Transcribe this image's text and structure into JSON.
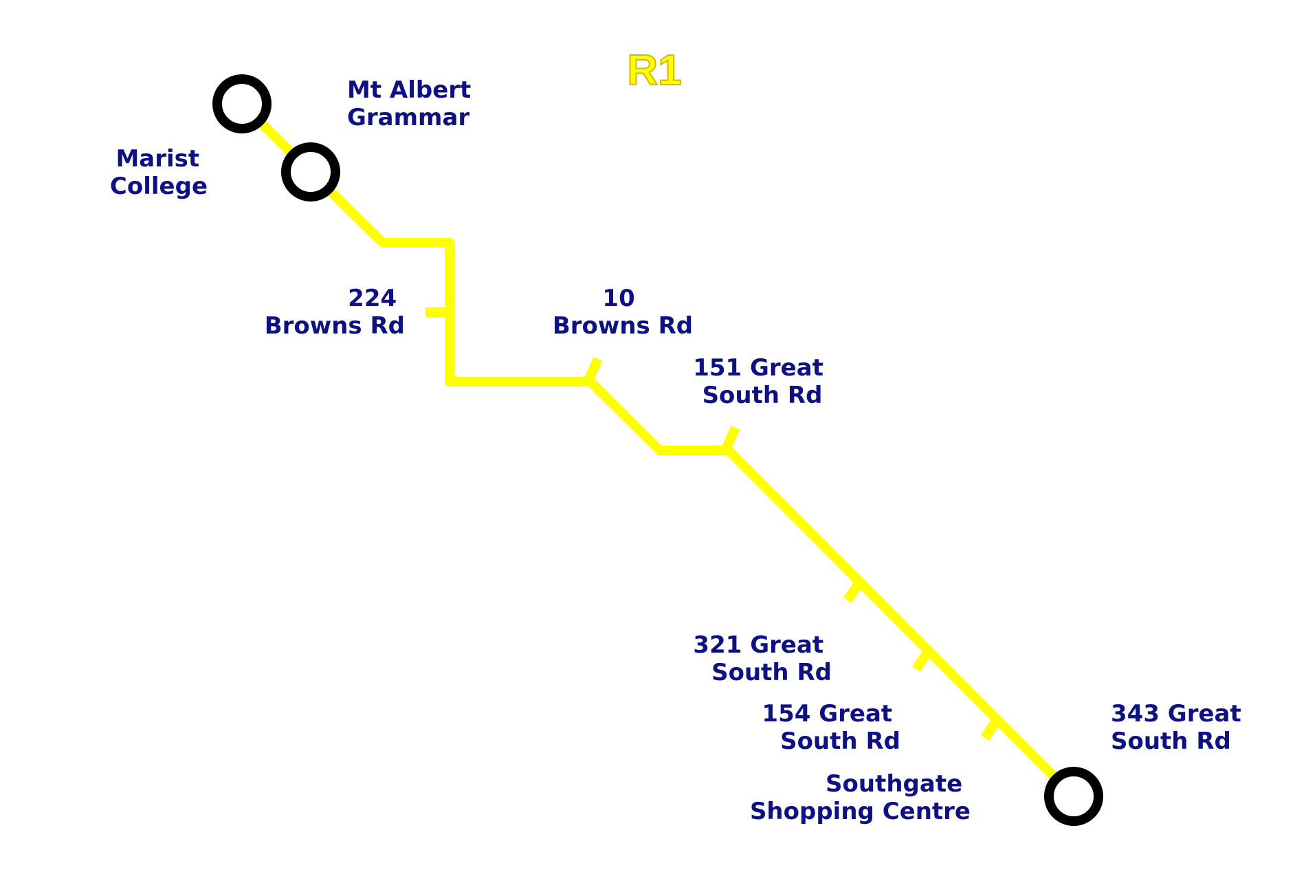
{
  "route": {
    "name": "R1",
    "line_color": "#ffff00",
    "title_color": "#ffff00",
    "title_outline_color": "#d4b800",
    "label_color": "#0d1182",
    "terminus_ring_color": "#000000"
  },
  "stops": [
    {
      "id": "mt-albert-grammar",
      "lines": [
        "Mt Albert",
        "Grammar"
      ],
      "marker": "terminus"
    },
    {
      "id": "marist-college",
      "lines": [
        "Marist",
        "College"
      ],
      "marker": "terminus"
    },
    {
      "id": "224-browns-rd",
      "lines": [
        "224",
        "Browns Rd"
      ],
      "marker": "tick"
    },
    {
      "id": "10-browns-rd",
      "lines": [
        "10",
        "Browns Rd"
      ],
      "marker": "tick"
    },
    {
      "id": "151-great-south-rd",
      "lines": [
        "151 Great",
        "South Rd"
      ],
      "marker": "tick"
    },
    {
      "id": "321-great-south-rd",
      "lines": [
        "321 Great",
        "South Rd"
      ],
      "marker": "tick"
    },
    {
      "id": "154-great-south-rd",
      "lines": [
        "154 Great",
        "South Rd"
      ],
      "marker": "tick"
    },
    {
      "id": "southgate-shopping-centre",
      "lines": [
        "Southgate",
        "Shopping Centre"
      ],
      "marker": "tick"
    },
    {
      "id": "343-great-south-rd",
      "lines": [
        "343 Great",
        "South Rd"
      ],
      "marker": "terminus"
    }
  ]
}
